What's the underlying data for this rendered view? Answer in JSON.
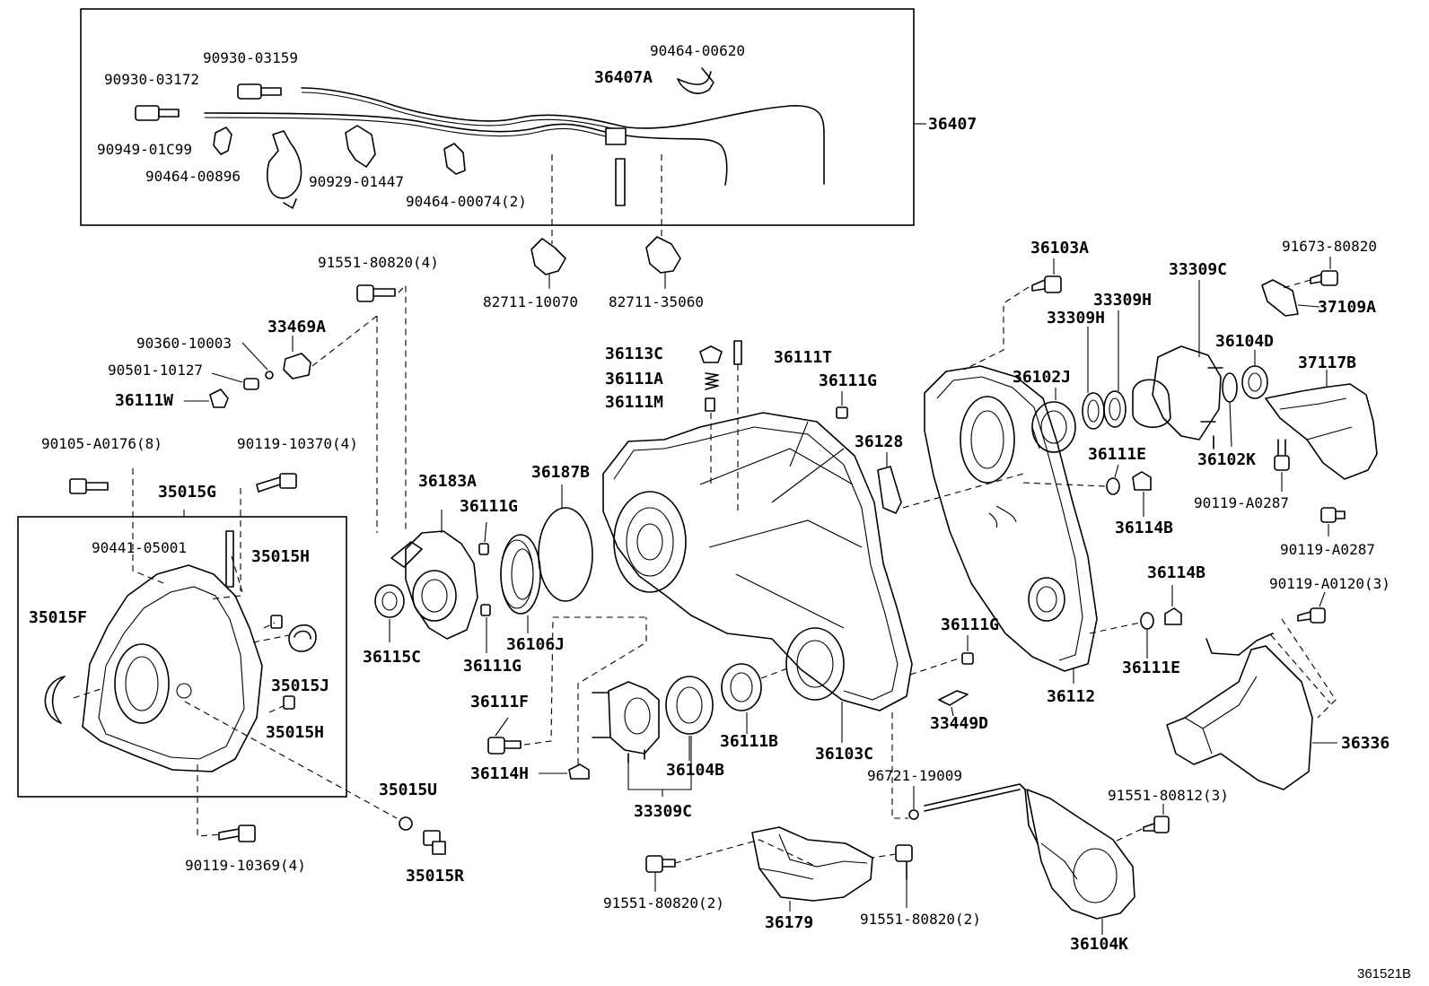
{
  "diagram_ref": "361521B",
  "labels": {
    "p36407": "36407",
    "p36407A": "36407A",
    "p90464_00620": "90464-00620",
    "p90930_03159": "90930-03159",
    "p90930_03172": "90930-03172",
    "p90949_01C99": "90949-01C99",
    "p90464_00896": "90464-00896",
    "p90929_01447": "90929-01447",
    "p90464_00074": "90464-00074(2)",
    "p82711_10070": "82711-10070",
    "p82711_35060": "82711-35060",
    "p91551_80820_4": "91551-80820(4)",
    "p33469A": "33469A",
    "p90360_10003": "90360-10003",
    "p90501_10127": "90501-10127",
    "p36111W": "36111W",
    "p90105_A0176": "90105-A0176(8)",
    "p90119_10370": "90119-10370(4)",
    "p35015G": "35015G",
    "p90441_05001": "90441-05001",
    "p35015H_top": "35015H",
    "p35015F": "35015F",
    "p35015J": "35015J",
    "p35015H_bot": "35015H",
    "p35015U": "35015U",
    "p35015R": "35015R",
    "p90119_10369": "90119-10369(4)",
    "p36183A": "36183A",
    "p36111G_a": "36111G",
    "p36187B": "36187B",
    "p36115C": "36115C",
    "p36106J": "36106J",
    "p36111G_b": "36111G",
    "p36111F": "36111F",
    "p36114H": "36114H",
    "p33309C_bot": "33309C",
    "p36104B": "36104B",
    "p36111B": "36111B",
    "p36103C": "36103C",
    "p36113C": "36113C",
    "p36111A": "36111A",
    "p36111M": "36111M",
    "p36111T": "36111T",
    "p36111G_c": "36111G",
    "p36128": "36128",
    "p36111G_d": "36111G",
    "p33449D": "33449D",
    "p96721_19009": "96721-19009",
    "p36179": "36179",
    "p91551_80820_2a": "91551-80820(2)",
    "p91551_80820_2b": "91551-80820(2)",
    "p36103A": "36103A",
    "p36102J": "36102J",
    "p33309H_a": "33309H",
    "p33309H_b": "33309H",
    "p33309C_top": "33309C",
    "p36104D": "36104D",
    "p36102K": "36102K",
    "p36111E_a": "36111E",
    "p36114B_a": "36114B",
    "p36114B_b": "36114B",
    "p36111E_b": "36111E",
    "p36112": "36112",
    "p91673_80820": "91673-80820",
    "p37109A": "37109A",
    "p37117B": "37117B",
    "p90119_A0287_a": "90119-A0287",
    "p90119_A0287_b": "90119-A0287",
    "p90119_A0120": "90119-A0120(3)",
    "p36336": "36336",
    "p91551_80812": "91551-80812(3)",
    "p36104K": "36104K"
  }
}
